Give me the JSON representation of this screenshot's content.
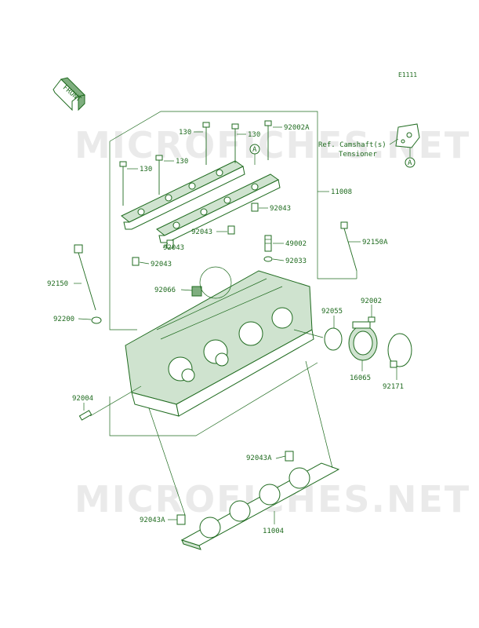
{
  "page_code": "E1111",
  "front_label": "FRONT",
  "ref": {
    "line1": "Ref. Camshaft(s)",
    "line2": "Tensioner"
  },
  "callout_letter": "A",
  "watermark": "MICROFICHES.NET",
  "parts": {
    "p130_a": "130",
    "p130_b": "130",
    "p130_c": "130",
    "p130_d": "130",
    "p92002A": "92002A",
    "p92043_a": "92043",
    "p92043_b": "92043",
    "p92043_c": "92043",
    "p92043_d": "92043",
    "p11008": "11008",
    "p49002": "49002",
    "p92033": "92033",
    "p92150A": "92150A",
    "p92150": "92150",
    "p92200": "92200",
    "p92066": "92066",
    "p92055": "92055",
    "p92002": "92002",
    "p16065": "16065",
    "p92171": "92171",
    "p92004": "92004",
    "p92043A_a": "92043A",
    "p92043A_b": "92043A",
    "p11004": "11004"
  },
  "colors": {
    "line": "#1f6b1f",
    "fill": "#cfe3cf"
  }
}
